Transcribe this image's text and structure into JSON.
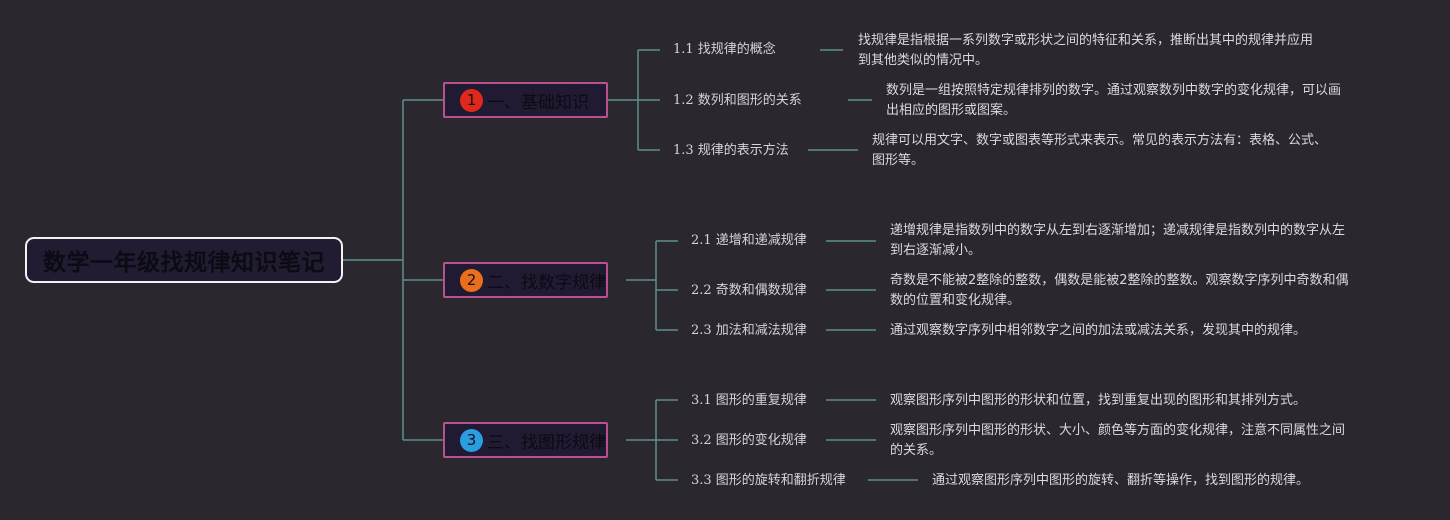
{
  "colors": {
    "background": "#2b272f",
    "connector": "#5d8f8c",
    "branch_border": "#b8528f",
    "badge_1": "#e0291c",
    "badge_2": "#ea6f1c",
    "badge_3": "#2a9ee0"
  },
  "root": {
    "title": "数学一年级找规律知识笔记"
  },
  "branches": [
    {
      "number": "1",
      "label": "一、基础知识",
      "children": [
        {
          "title": "1.1 找规律的概念",
          "desc": [
            "找规律是指根据一系列数字或形状之间的特征和关系，推断出其中的规律并应用",
            "到其他类似的情况中。"
          ]
        },
        {
          "title": "1.2 数列和图形的关系",
          "desc": [
            "数列是一组按照特定规律排列的数字。通过观察数列中数字的变化规律，可以画",
            "出相应的图形或图案。"
          ]
        },
        {
          "title": "1.3 规律的表示方法",
          "desc": [
            "规律可以用文字、数字或图表等形式来表示。常见的表示方法有：表格、公式、",
            "图形等。"
          ]
        }
      ]
    },
    {
      "number": "2",
      "label": "二、找数字规律",
      "children": [
        {
          "title": "2.1 递增和递减规律",
          "desc": [
            "递增规律是指数列中的数字从左到右逐渐增加；递减规律是指数列中的数字从左",
            "到右逐渐减小。"
          ]
        },
        {
          "title": "2.2 奇数和偶数规律",
          "desc": [
            "奇数是不能被2整除的整数，偶数是能被2整除的整数。观察数字序列中奇数和偶",
            "数的位置和变化规律。"
          ]
        },
        {
          "title": "2.3 加法和减法规律",
          "desc": [
            "通过观察数字序列中相邻数字之间的加法或减法关系，发现其中的规律。"
          ]
        }
      ]
    },
    {
      "number": "3",
      "label": "三、找图形规律",
      "children": [
        {
          "title": "3.1 图形的重复规律",
          "desc": [
            "观察图形序列中图形的形状和位置，找到重复出现的图形和其排列方式。"
          ]
        },
        {
          "title": "3.2 图形的变化规律",
          "desc": [
            "观察图形序列中图形的形状、大小、颜色等方面的变化规律，注意不同属性之间",
            "的关系。"
          ]
        },
        {
          "title": "3.3 图形的旋转和翻折规律",
          "desc": [
            "通过观察图形序列中图形的旋转、翻折等操作，找到图形的规律。"
          ]
        }
      ]
    }
  ]
}
